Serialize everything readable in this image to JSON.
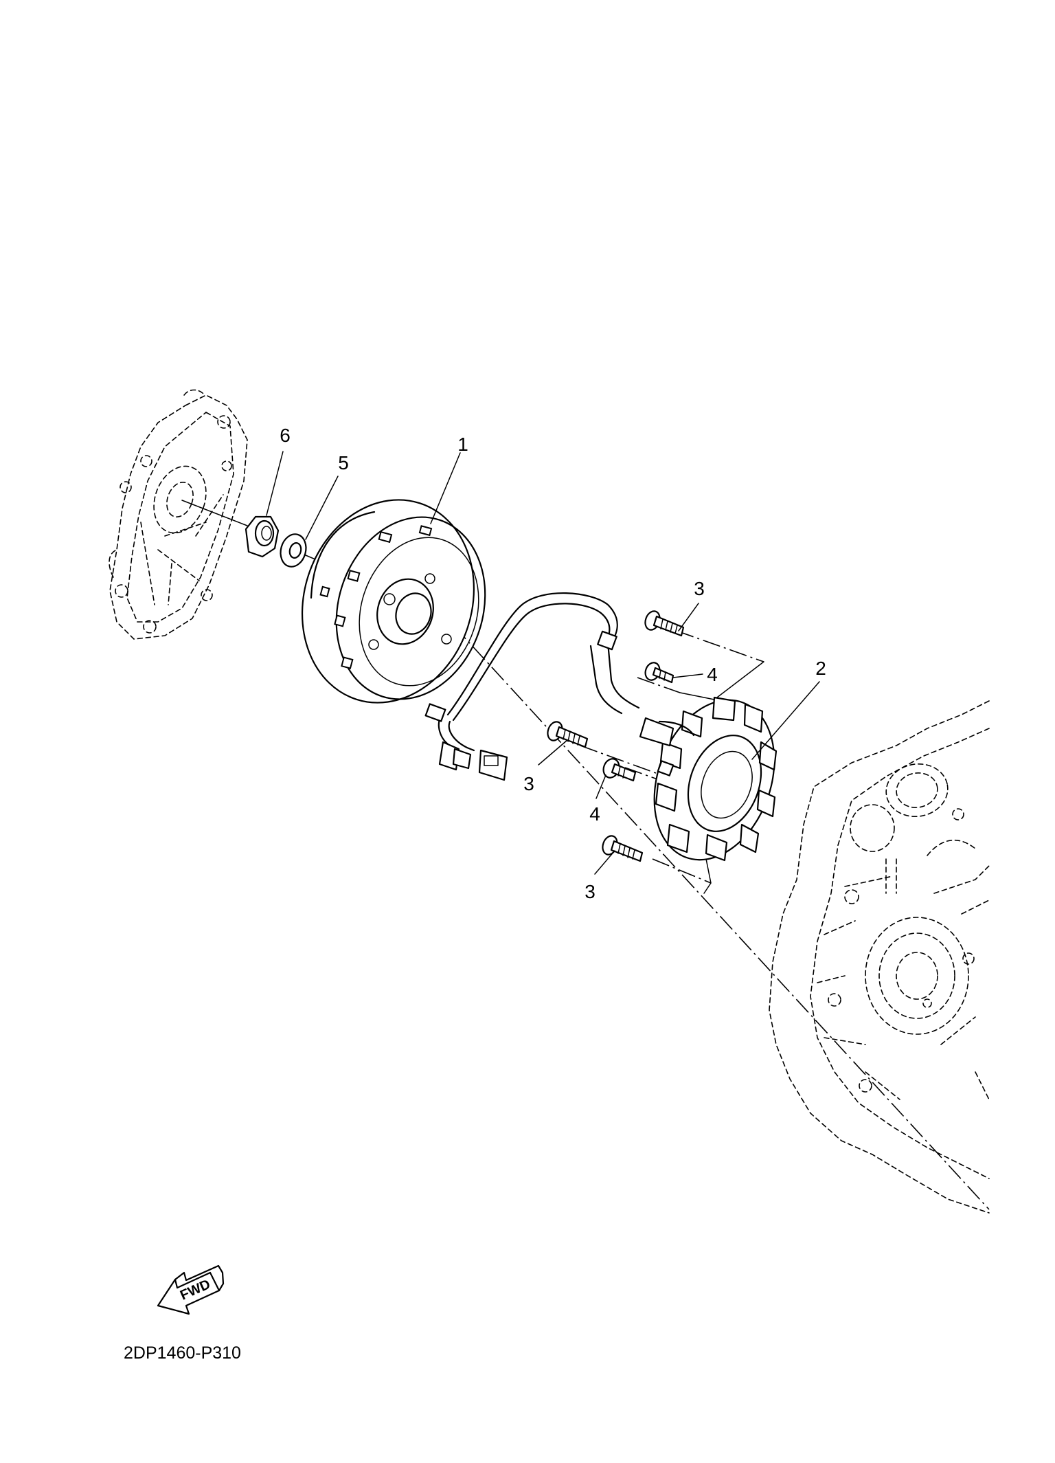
{
  "diagram": {
    "diagram_code": "2DP1460-P310",
    "fwd_label": "FWD",
    "callouts": [
      {
        "id": "c6",
        "text": "6"
      },
      {
        "id": "c5",
        "text": "5"
      },
      {
        "id": "c1",
        "text": "1"
      },
      {
        "id": "c3a",
        "text": "3"
      },
      {
        "id": "c4a",
        "text": "4"
      },
      {
        "id": "c2",
        "text": "2"
      },
      {
        "id": "c3b",
        "text": "3"
      },
      {
        "id": "c4b",
        "text": "4"
      },
      {
        "id": "c3c",
        "text": "3"
      }
    ]
  }
}
